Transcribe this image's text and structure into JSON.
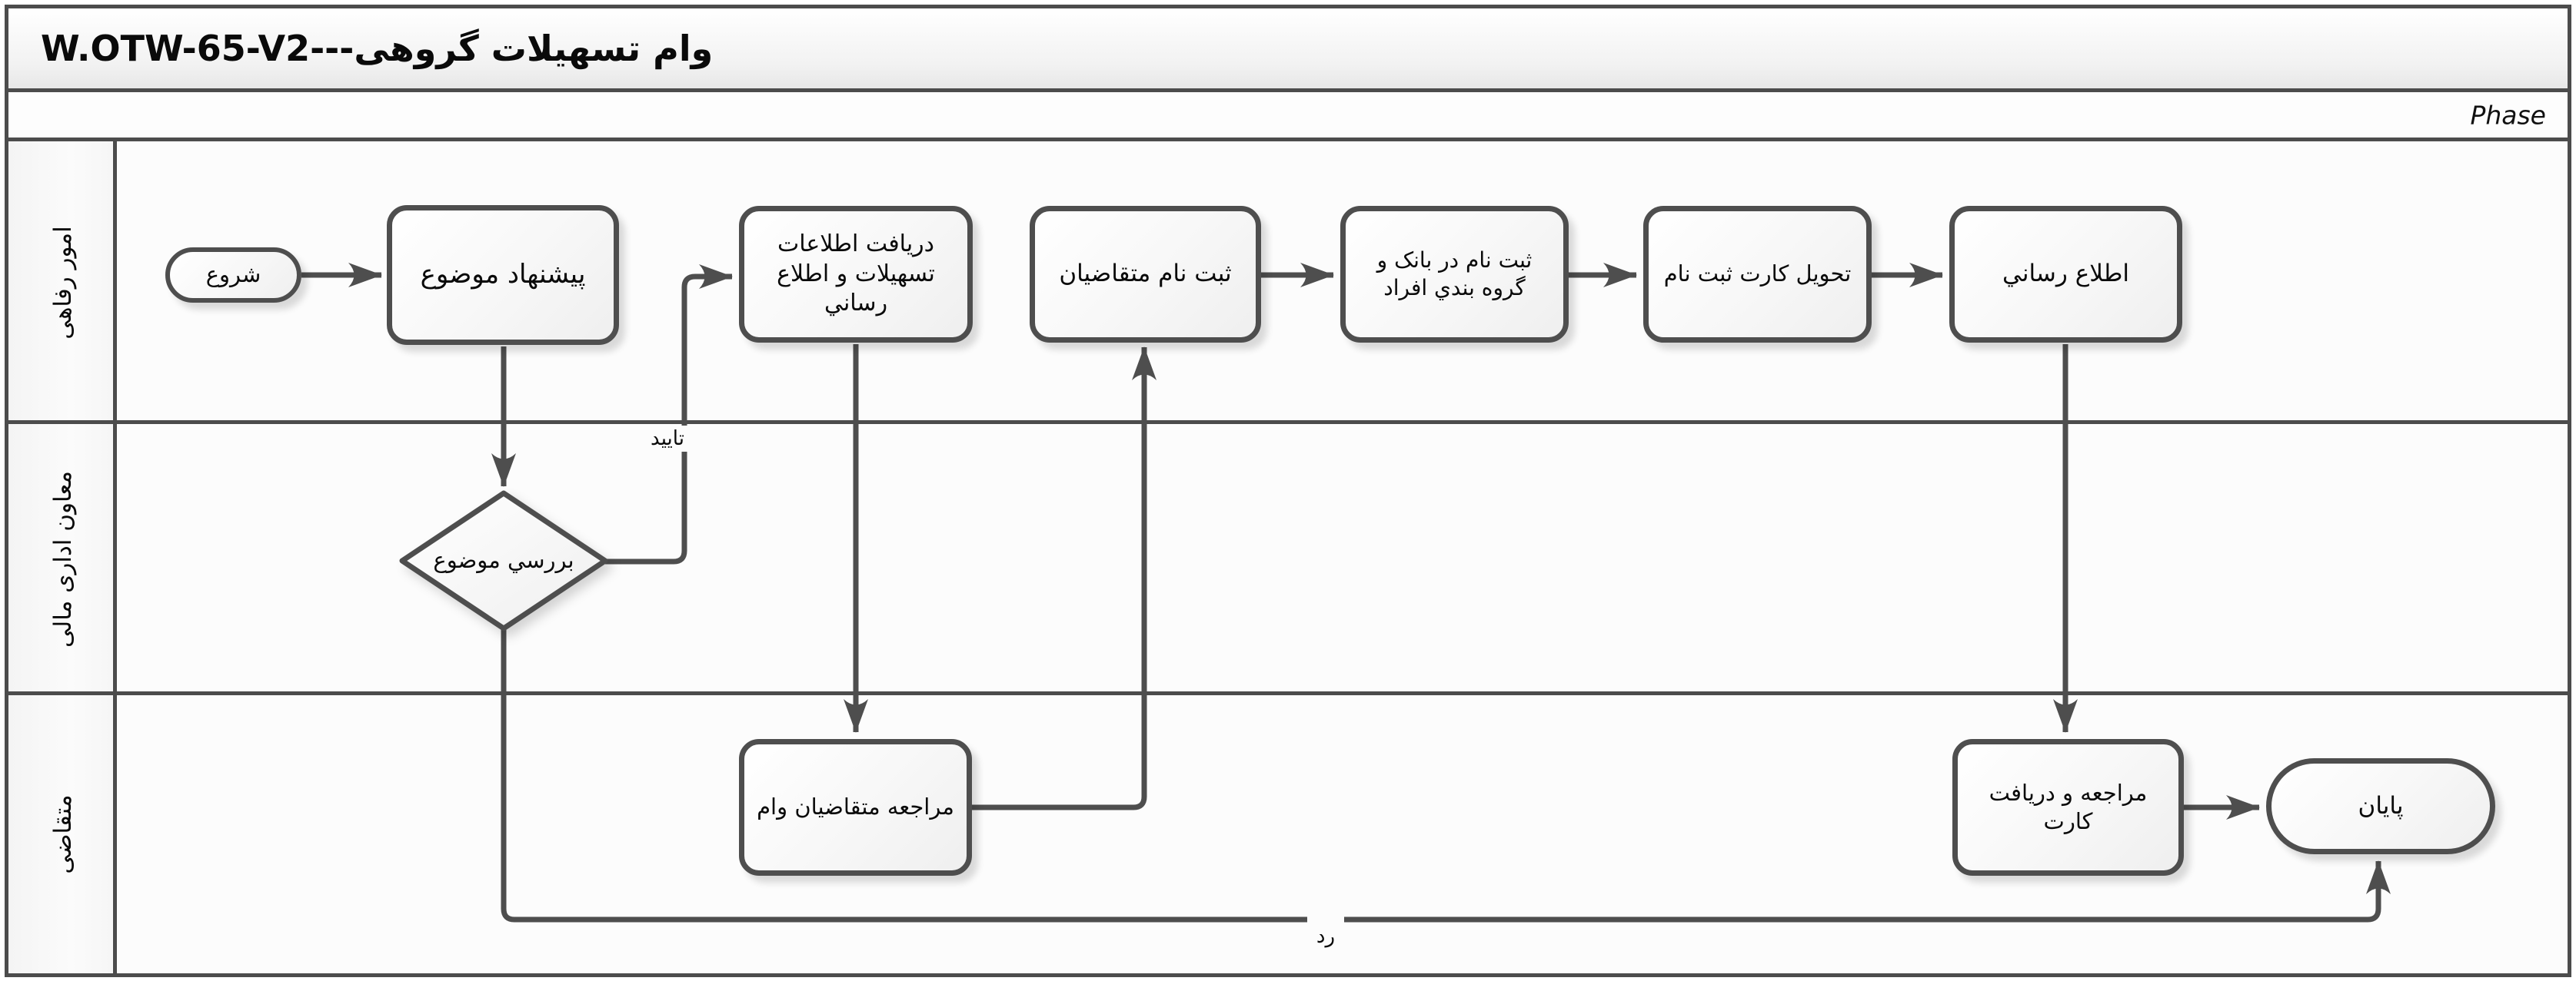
{
  "title": "وام تسهیلات گروهی---W.OTW-65-V2",
  "phase_label": "Phase",
  "lanes": {
    "welfare": {
      "label": "امور رفاهی"
    },
    "deputy": {
      "label": "معاون اداری مالی"
    },
    "applicant": {
      "label": "متقاضی"
    }
  },
  "nodes": {
    "start": {
      "label": "شروع"
    },
    "propose_topic": {
      "label": "پیشنهاد موضوع"
    },
    "receive_info": {
      "label": "دریافت اطلاعات تسهیلات و اطلاع رساني"
    },
    "register_applicants": {
      "label": "ثبت نام متقاضیان"
    },
    "bank_registration": {
      "label": "ثبت نام در بانک و گروه بندي افراد"
    },
    "deliver_card": {
      "label": "تحویل کارت ثبت نام"
    },
    "announce": {
      "label": "اطلاع رساني"
    },
    "review_topic": {
      "label": "بررسي موضوع"
    },
    "loan_applicants_visit": {
      "label": "مراجعه متقاضیان وام"
    },
    "visit_receive_card": {
      "label": "مراجعه و دریافت کارت"
    },
    "end": {
      "label": "پایان"
    }
  },
  "edge_labels": {
    "approve": "تایید",
    "reject": "رد"
  },
  "colors": {
    "line": "#4e4e4e",
    "lane_background": "#fcfcfc",
    "border": "#4c4c4c"
  }
}
